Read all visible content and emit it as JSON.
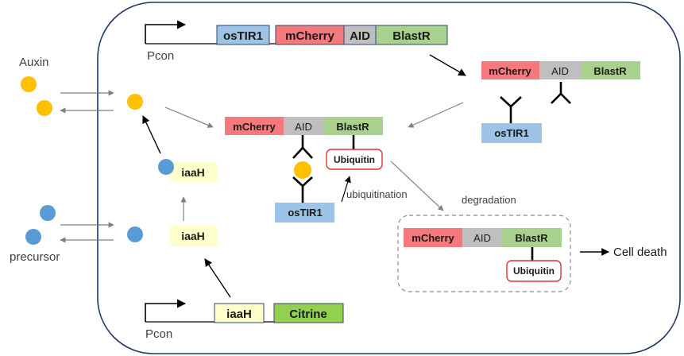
{
  "outside": {
    "auxin_label": "Auxin",
    "precursor_label": "precursor"
  },
  "construct_top": {
    "promoter": "Pcon",
    "segments": [
      "osTIR1",
      "mCherry",
      "AID",
      "BlastR"
    ]
  },
  "construct_bottom": {
    "promoter": "Pcon",
    "segments": [
      "iaaH",
      "Citrine"
    ]
  },
  "cell": {
    "iaah_upper": "iaaH",
    "iaah_lower": "iaaH"
  },
  "fusion_right": {
    "segments": [
      "mCherry",
      "AID",
      "BlastR"
    ],
    "receptor": "osTIR1"
  },
  "complex": {
    "segments": [
      "mCherry",
      "AID",
      "BlastR"
    ],
    "ubiquitin": "Ubiquitin",
    "receptor": "osTIR1",
    "step_label": "ubiquitination"
  },
  "degradation": {
    "title": "degradation",
    "segments": [
      "mCherry",
      "AID",
      "BlastR"
    ],
    "ubiquitin": "Ubiquitin"
  },
  "outcome": {
    "label": "Cell death"
  },
  "colors": {
    "mcherry": "#f4787c",
    "aid": "#bfbfbf",
    "blastr": "#a9d18e",
    "ostir1": "#9dc3e6",
    "iaah": "#ffffcc",
    "citrine": "#92d050",
    "auxin": "#ffc000",
    "precursor": "#5b9bd5",
    "ubiquitin_border": "#e03030"
  }
}
